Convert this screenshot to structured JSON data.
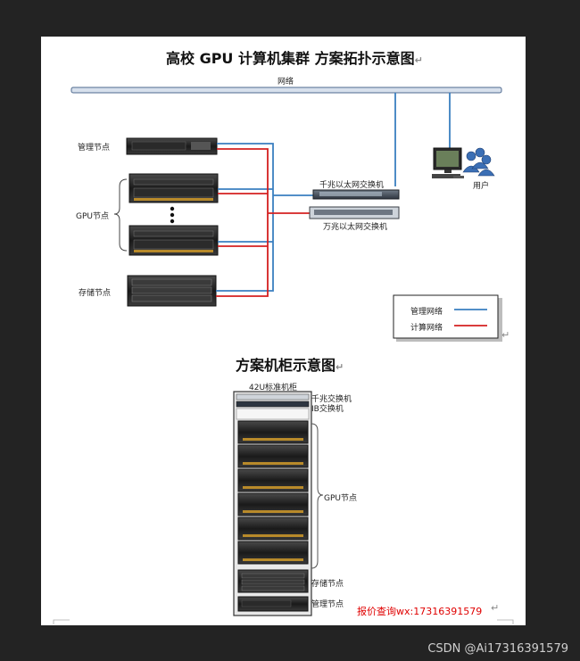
{
  "topology": {
    "title": "高校 GPU 计算机集群 方案拓扑示意图",
    "network_label": "网络",
    "node_labels": {
      "management": "管理节点",
      "gpu": "GPU节点",
      "storage": "存储节点"
    },
    "switch_gigabit": "千兆以太网交换机",
    "switch_10g": "万兆以太网交换机",
    "user_label": "用户",
    "legend": {
      "management_network": "管理网络",
      "compute_network": "计算网络"
    }
  },
  "rack": {
    "title": "方案机柜示意图",
    "rack_label": "42U标准机柜",
    "labels": {
      "gigabit_switch": "千兆交换机",
      "ib_switch": "IB交换机",
      "gpu_nodes": "GPU节点",
      "storage_node": "存储节点",
      "management_node": "管理节点"
    }
  },
  "quote": "报价查询wx:17316391579",
  "paragraph_mark": "↵",
  "watermark": "CSDN @Ai17316391579",
  "colors": {
    "management_line": "#3a7fc0",
    "compute_line": "#d42020",
    "network_bar": "#6f8fb8",
    "quote_text": "#e00000"
  }
}
